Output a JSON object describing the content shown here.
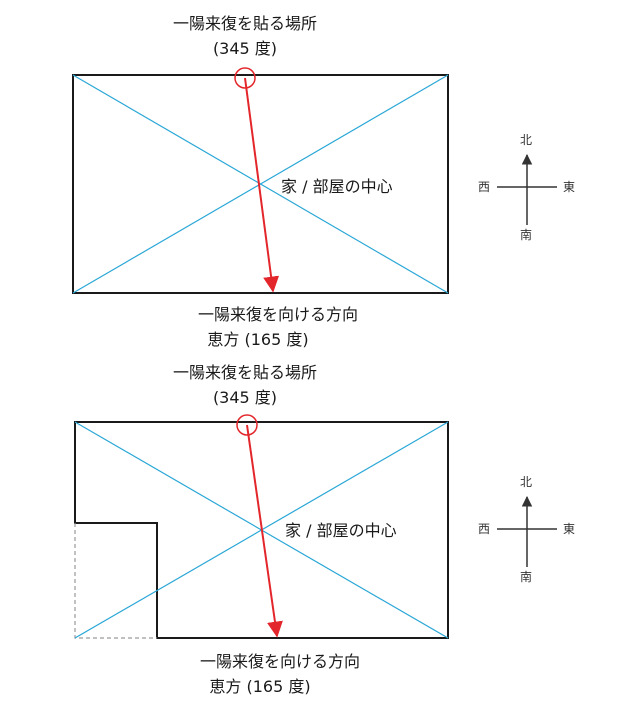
{
  "diagrams": [
    {
      "top_label_line1": "一陽来復を貼る場所",
      "top_label_line2": "(345 度)",
      "center_label": "家 / 部屋の中心",
      "bottom_label_line1": "一陽来復を向ける方向",
      "bottom_label_line2": "恵方 (165 度)",
      "compass": {
        "north": "北",
        "south": "南",
        "east": "東",
        "west": "西"
      }
    },
    {
      "top_label_line1": "一陽来復を貼る場所",
      "top_label_line2": "(345 度)",
      "center_label": "家 / 部屋の中心",
      "bottom_label_line1": "一陽来復を向ける方向",
      "bottom_label_line2": "恵方 (165 度)",
      "compass": {
        "north": "北",
        "south": "南",
        "east": "東",
        "west": "西"
      }
    }
  ],
  "colors": {
    "diagonal": "#2aa7d6",
    "arrow": "#e3262b",
    "outline": "#1a1a1a",
    "dashed": "#9a9a9a"
  }
}
